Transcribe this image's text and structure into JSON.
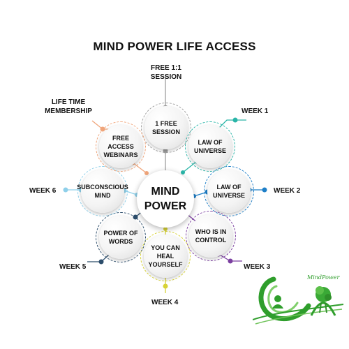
{
  "title": "MIND POWER LIFE ACCESS",
  "center_label": "MIND POWER",
  "nodes": [
    {
      "text": "1 FREE SESSION",
      "label": "FREE 1:1 SESSION",
      "color": "#9e9e9e"
    },
    {
      "text": "LAW OF UNIVERSE",
      "label": "WEEK 1",
      "color": "#2ab5a8"
    },
    {
      "text": "LAW OF UNIVERSE",
      "label": "WEEK 2",
      "color": "#1e7fc8"
    },
    {
      "text": "WHO IS IN CONTROL",
      "label": "WEEK 3",
      "color": "#7b3fa0"
    },
    {
      "text": "YOU CAN HEAL YOURSELF",
      "label": "WEEK 4",
      "color": "#d7d235"
    },
    {
      "text": "POWER OF WORDS",
      "label": "WEEK 5",
      "color": "#2c4d6b"
    },
    {
      "text": "SUBCONSCIOUS MIND",
      "label": "WEEK 6",
      "color": "#8fd0ea"
    },
    {
      "text": "FREE ACCESS WEBINARS",
      "label": "LIFE TIME MEMBERSHIP",
      "color": "#f0a57a"
    }
  ],
  "logo": {
    "text": "MindPower",
    "color": "#3aa936"
  }
}
